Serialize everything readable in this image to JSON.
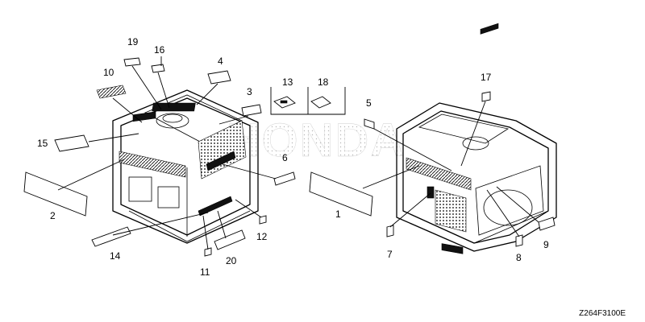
{
  "diagram": {
    "callouts": [
      "1",
      "2",
      "4",
      "3",
      "5",
      "6",
      "7",
      "8",
      "9",
      "10",
      "11",
      "12",
      "13",
      "14",
      "15",
      "16",
      "17",
      "18",
      "19",
      "20"
    ],
    "watermark": "HONDA",
    "drawing_code": "Z264F3100E"
  }
}
